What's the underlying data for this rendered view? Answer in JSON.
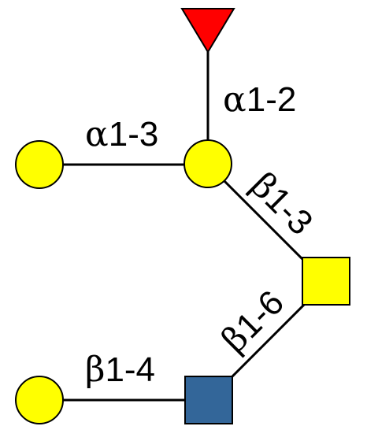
{
  "residues": {
    "fucose": {
      "symbol": "red-triangle",
      "color": "#ff0000"
    },
    "branch_galactose": {
      "symbol": "yellow-circle",
      "color": "#ffff00"
    },
    "terminal_galactose": {
      "symbol": "yellow-circle",
      "color": "#ffff00"
    },
    "central_galactose": {
      "symbol": "yellow-circle",
      "color": "#ffff00"
    },
    "galnac": {
      "symbol": "yellow-square",
      "color": "#ffff00"
    },
    "glcnac": {
      "symbol": "blue-square",
      "color": "#336699"
    }
  },
  "linkages": {
    "fuc_link": {
      "anomer": "α",
      "position": "1-2"
    },
    "gal_branch_link": {
      "anomer": "α",
      "position": "1-3"
    },
    "gal_galnac_link": {
      "anomer": "β",
      "position": "1-3"
    },
    "glcnac_galnac_link": {
      "anomer": "β",
      "position": "1-6"
    },
    "gal_glcnac_link": {
      "anomer": "β",
      "position": "1-4"
    }
  }
}
